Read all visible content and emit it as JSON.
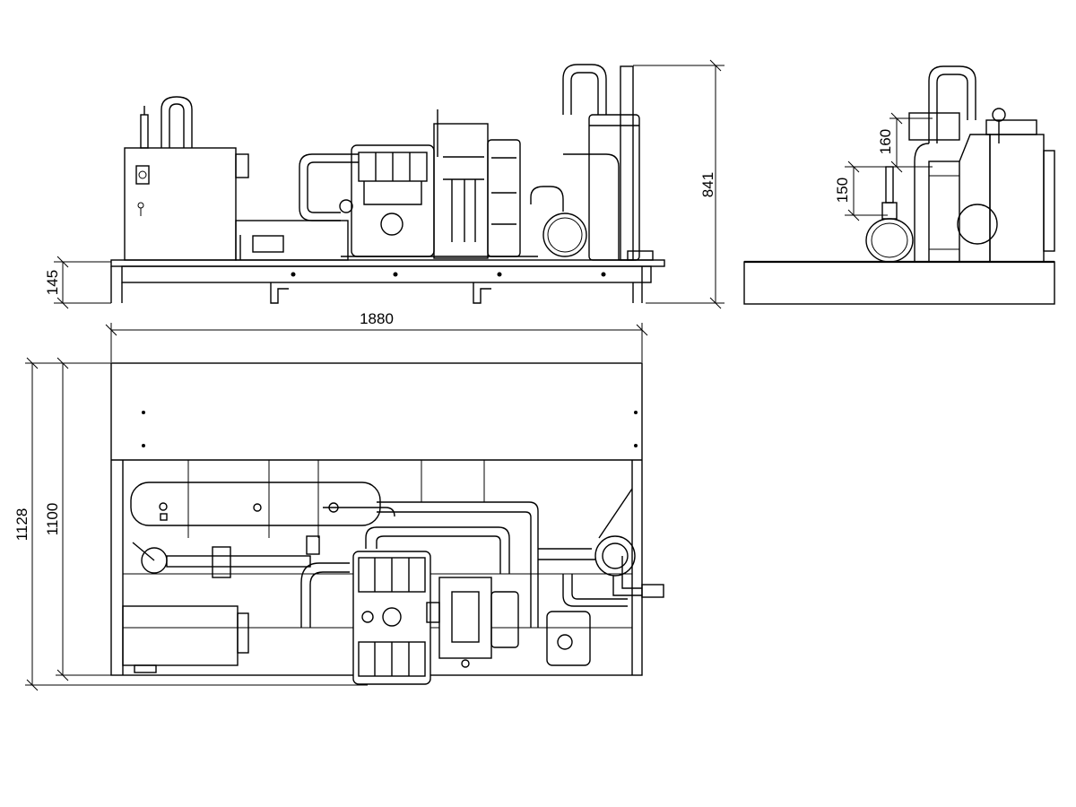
{
  "dimensions": {
    "front_height": "841",
    "base_height": "145",
    "overall_length": "1880",
    "depth_outer": "1128",
    "depth_inner": "1100",
    "side_height_a": "160",
    "side_height_b": "150"
  },
  "colors": {
    "line": "#000000",
    "background": "#ffffff"
  }
}
